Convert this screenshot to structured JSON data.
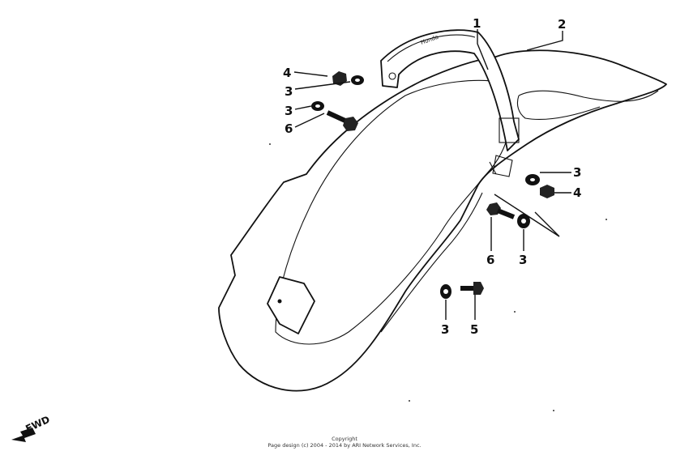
{
  "callouts": {
    "c1": "1",
    "c2": "2",
    "c4_top": "4",
    "c3_top_a": "3",
    "c3_top_b": "3",
    "c6_top": "6",
    "c3_right": "3",
    "c4_right": "4",
    "c6_bottom": "6",
    "c3_bottom_right": "3",
    "c3_lower": "3",
    "c5_lower": "5"
  },
  "direction_label": "FWD",
  "footer": {
    "line1": "Copyright",
    "line2": "Page design (c) 2004 - 2014 by ARI Network Services, Inc."
  },
  "strap_print": "Honda"
}
